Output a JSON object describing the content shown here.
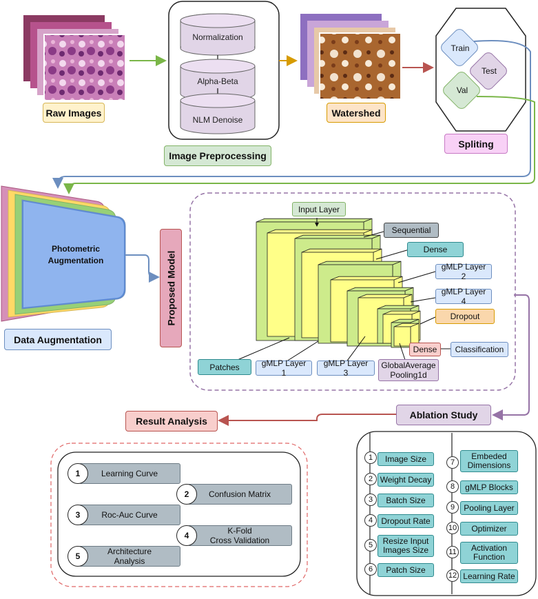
{
  "stages": {
    "raw_images": "Raw Images",
    "image_preprocessing": "Image Preprocessing",
    "watershed": "Watershed",
    "spliting": "Spliting",
    "data_augmentation": "Data Augmentation",
    "proposed_model": "Proposed Model",
    "ablation_study": "Ablation Study",
    "result_analysis": "Result Analysis"
  },
  "preprocessing_steps": [
    "Normalization",
    "Alpha-Beta",
    "NLM Denoise"
  ],
  "split_sets": {
    "train": "Train",
    "test": "Test",
    "val": "Val"
  },
  "augmentation_text": "Photometric\nAugmentation",
  "model_layers": {
    "input_layer": "Input Layer",
    "sequential": "Sequential",
    "dense": "Dense",
    "gmlp_layer_2": "gMLP Layer 2",
    "gmlp_layer_4": "gMLP Layer 4",
    "dropout": "Dropout",
    "dense_small": "Dense",
    "classification": "Classification",
    "patches": "Patches",
    "gmlp_layer_1": "gMLP Layer 1",
    "gmlp_layer_3": "gMLP Layer 3",
    "global_average_pooling": "GlobalAverage\nPooling1d"
  },
  "ablation_items": [
    {
      "num": "1",
      "label": "Image Size"
    },
    {
      "num": "2",
      "label": "Weight Decay"
    },
    {
      "num": "3",
      "label": "Batch Size"
    },
    {
      "num": "4",
      "label": "Dropout Rate"
    },
    {
      "num": "5",
      "label": "Resize Input\nImages Size"
    },
    {
      "num": "6",
      "label": "Patch Size"
    },
    {
      "num": "7",
      "label": "Embeded\nDimensions"
    },
    {
      "num": "8",
      "label": "gMLP Blocks"
    },
    {
      "num": "9",
      "label": "Pooling Layer"
    },
    {
      "num": "10",
      "label": "Optimizer"
    },
    {
      "num": "11",
      "label": "Activation\nFunction"
    },
    {
      "num": "12",
      "label": "Learning Rate"
    }
  ],
  "result_items": [
    {
      "num": "1",
      "label": "Learning Curve"
    },
    {
      "num": "2",
      "label": "Confusion Matrix"
    },
    {
      "num": "3",
      "label": "Roc-Auc Curve"
    },
    {
      "num": "4",
      "label": "K-Fold\nCross Validation"
    },
    {
      "num": "5",
      "label": "Architecture\nAnalysis"
    }
  ],
  "colors": {
    "raw_images_bg": "#fff2cc",
    "preprocessing_bg": "#d5e8d4",
    "watershed_bg": "#fde4c8",
    "spliting_bg": "#f8d1f6",
    "augmentation_bg": "#dae8fc",
    "proposed_model_bg": "#e6a8bb",
    "ablation_bg": "#e1d5e7",
    "result_bg": "#f8cecc",
    "layer_green": "#cdeb8b",
    "layer_yellow": "#ffff88",
    "teal": "#8fd3d6"
  }
}
